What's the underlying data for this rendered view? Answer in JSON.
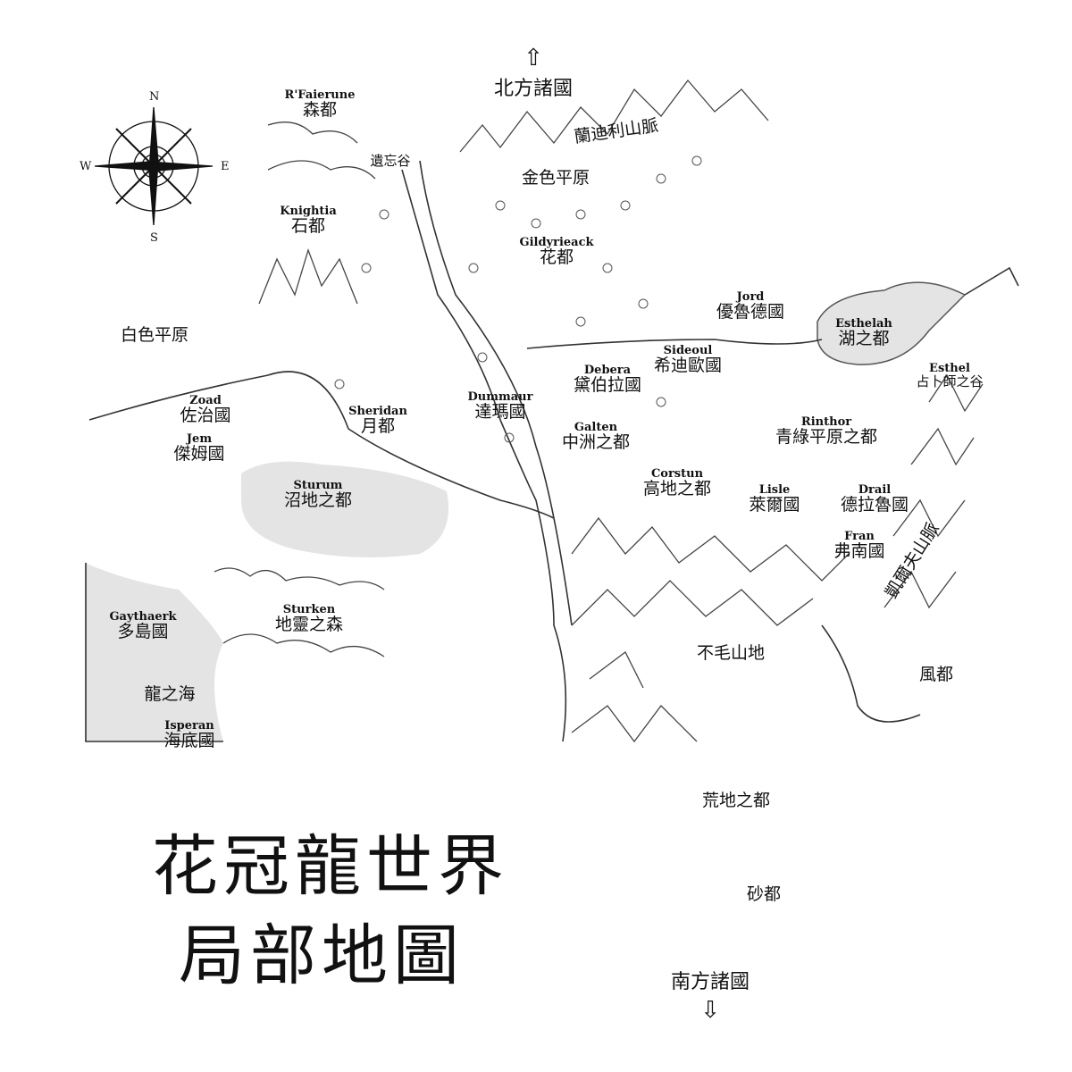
{
  "compass": {
    "n": "N",
    "s": "S",
    "e": "E",
    "w": "W"
  },
  "north_label": "北方諸國",
  "south_label": "南方諸國",
  "title": {
    "line1": "花冠龍世界",
    "line2": "局部地圖"
  },
  "places": [
    {
      "en": "R'Faierune",
      "zh": "森都"
    },
    {
      "en": "Knightia",
      "zh": "石都"
    },
    {
      "en": "Gildyrieack",
      "zh": "花都"
    },
    {
      "en": "Jord",
      "zh": "優魯德國"
    },
    {
      "en": "Esthelah",
      "zh": "湖之都"
    },
    {
      "en": "Sideoul",
      "zh": "希迪歐國"
    },
    {
      "en": "Debera",
      "zh": "黛伯拉國"
    },
    {
      "en": "Esthel",
      "zh": "占卜師之谷"
    },
    {
      "en": "Zoad",
      "zh": "佐治國"
    },
    {
      "en": "Dummaur",
      "zh": "達瑪國"
    },
    {
      "en": "Galten",
      "zh": "中洲之都"
    },
    {
      "en": "Sheridan",
      "zh": "月都"
    },
    {
      "en": "Rinthor",
      "zh": "青綠平原之都"
    },
    {
      "en": "Jem",
      "zh": "傑姆國"
    },
    {
      "en": "Sturum",
      "zh": "沼地之都"
    },
    {
      "en": "Corstun",
      "zh": "高地之都"
    },
    {
      "en": "Lisle",
      "zh": "萊爾國"
    },
    {
      "en": "Drail",
      "zh": "德拉魯國"
    },
    {
      "en": "Fran",
      "zh": "弗南國"
    },
    {
      "en": "Sturken",
      "zh": "地靈之森"
    },
    {
      "en": "Gaythaerk",
      "zh": "多島國"
    },
    {
      "en": "Isperan",
      "zh": "海底國"
    }
  ],
  "regions": [
    "遺忘谷",
    "蘭迪利山脈",
    "金色平原",
    "白色平原",
    "凱爾夫山脈",
    "不毛山地",
    "風都",
    "龍之海",
    "荒地之都",
    "砂都"
  ]
}
